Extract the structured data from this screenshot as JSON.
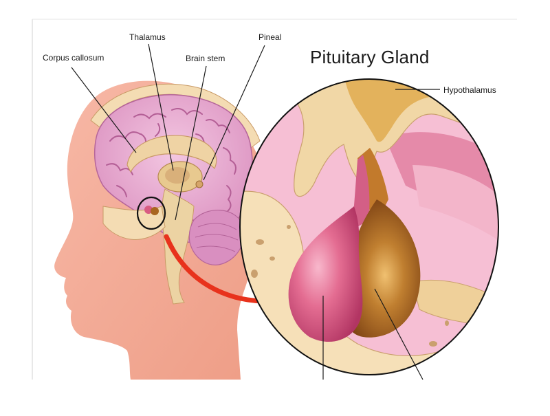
{
  "title": "Pituitary Gland",
  "labels": {
    "corpus_callosum": "Corpus callosum",
    "thalamus": "Thalamus",
    "brain_stem": "Brain stem",
    "pineal": "Pineal",
    "hypothalamus": "Hypothalamus"
  },
  "colors": {
    "skin": "#f0a08a",
    "skin_light": "#f7c3b0",
    "brain": "#e7a4cf",
    "brain_dark": "#c86aa8",
    "beige": "#f4dcb3",
    "tan": "#d9b07a",
    "pink_lobe": "#d85b82",
    "brown_lobe": "#a9651f",
    "arrow": "#e8321c"
  }
}
